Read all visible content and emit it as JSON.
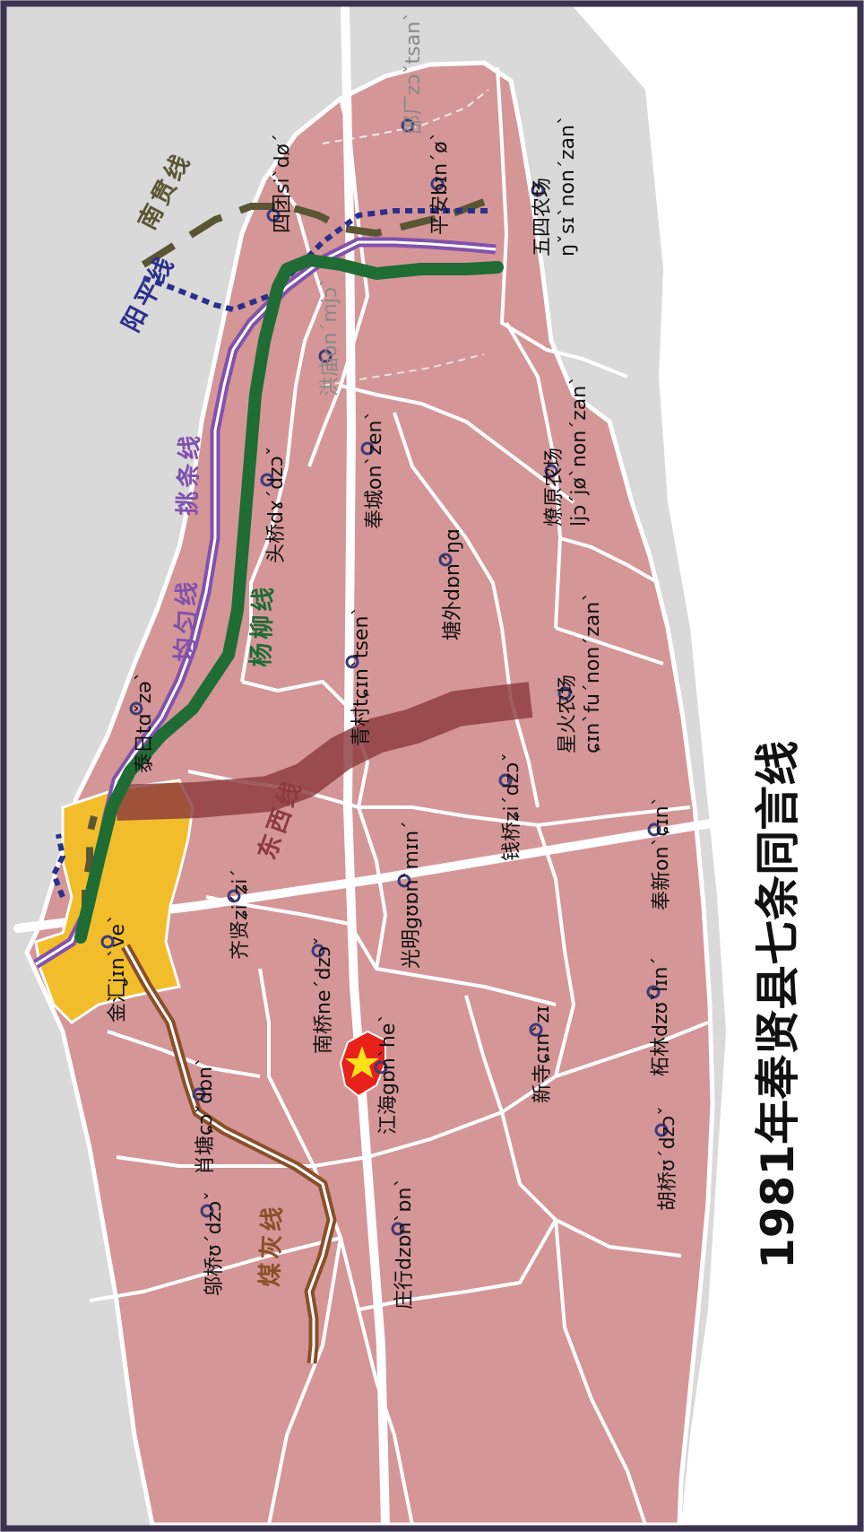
{
  "title": "1981年奉贤县七条同言线",
  "colors": {
    "frame": "#3b3350",
    "sea": "#d9d9d9",
    "land": "#d59697",
    "boundary": "#ffffff",
    "jinhui_highlight": "#f2bd2a",
    "county_seat": "#e8211b",
    "star": "#ffe11a",
    "marker": "#3d3a78"
  },
  "isoglosses": [
    {
      "id": "nanguan",
      "label": "南贯线",
      "color": "#5a5634",
      "style": "long-dash"
    },
    {
      "id": "yangping",
      "label": "阳平线",
      "color": "#2b2f8c",
      "style": "dotted"
    },
    {
      "id": "tiaotiao",
      "label": "挑条线",
      "color": "#8152ad",
      "style": "double"
    },
    {
      "id": "junyun",
      "label": "均匀线",
      "color": "#8152ad",
      "style": "double"
    },
    {
      "id": "yangliu",
      "label": "杨柳线",
      "color": "#1f6c35",
      "style": "solid-thick"
    },
    {
      "id": "dongxi",
      "label": "东西线",
      "color": "#8b3a3e",
      "style": "band"
    },
    {
      "id": "meihui",
      "label": "煤灰线",
      "color": "#8a4f28",
      "style": "double"
    }
  ],
  "places": [
    {
      "id": "shaochang",
      "name": "邵厂",
      "ipa": "zɔˇtsanˋ",
      "muted": true
    },
    {
      "id": "xituan",
      "name": "四团",
      "ipa": "siˋdøˊ"
    },
    {
      "id": "pingan",
      "name": "平安",
      "ipa": "bɪnˊøˋ"
    },
    {
      "id": "wusi",
      "name": "五四农场",
      "ipa": "ŋˇsɪˋnonˊzanˋ"
    },
    {
      "id": "hongmiao",
      "name": "洪庙",
      "ipa": "onˊmjɔˋ",
      "muted": true
    },
    {
      "id": "fengcheng",
      "name": "奉城",
      "ipa": "onˋzenˋ"
    },
    {
      "id": "liaoyuan",
      "name": "燎原农场",
      "ipa": "ljɔˊjøˋnonˊzanˋ"
    },
    {
      "id": "touqiao",
      "name": "头桥",
      "ipa": "dɤˊdzɔˇ"
    },
    {
      "id": "tangwai",
      "name": "塘外",
      "ipa": "dɒnˊŋɑ"
    },
    {
      "id": "qingcun",
      "name": "青村",
      "ipa": "tɕɪnˋtsenˋ"
    },
    {
      "id": "xinghuo",
      "name": "星火农场",
      "ipa": "ɕɪnˋfuˊnonˊzanˋ"
    },
    {
      "id": "tairi",
      "name": "泰日",
      "ipa": "tɑˇzəˋ"
    },
    {
      "id": "qianqiao",
      "name": "钱桥",
      "ipa": "ʑiˊdzɔˇ"
    },
    {
      "id": "fengxin",
      "name": "奉新",
      "ipa": "onˋɕɪnˋ"
    },
    {
      "id": "qixian",
      "name": "齐贤",
      "ipa": "ʑiˊʑiˊ"
    },
    {
      "id": "guangming",
      "name": "光明",
      "ipa": "gʊɒnˋmɪnˊ"
    },
    {
      "id": "jinhui",
      "name": "金汇",
      "ipa": "ʝɪnˋveˋ"
    },
    {
      "id": "nanqiao",
      "name": "南桥",
      "ipa": "neˊdzɔˇ"
    },
    {
      "id": "jianghai",
      "name": "江海",
      "ipa": "gɒnˋheˋ"
    },
    {
      "id": "xinsi",
      "name": "新寺",
      "ipa": "ɕɪnˋzɪ"
    },
    {
      "id": "zhelin",
      "name": "柘林",
      "ipa": "dzʊˇlɪnˊ"
    },
    {
      "id": "xiaotang",
      "name": "肖塘",
      "ipa": "ɕɔˇdɒnˋ"
    },
    {
      "id": "huqiao",
      "name": "胡桥",
      "ipa": "ʊˊdzɔˇ"
    },
    {
      "id": "zhuangxing",
      "name": "庄行",
      "ipa": "dzɒnˋɒnˋ"
    },
    {
      "id": "zhuqiao",
      "name": "邬桥",
      "ipa": "ʊˊdzɔˇ"
    }
  ]
}
